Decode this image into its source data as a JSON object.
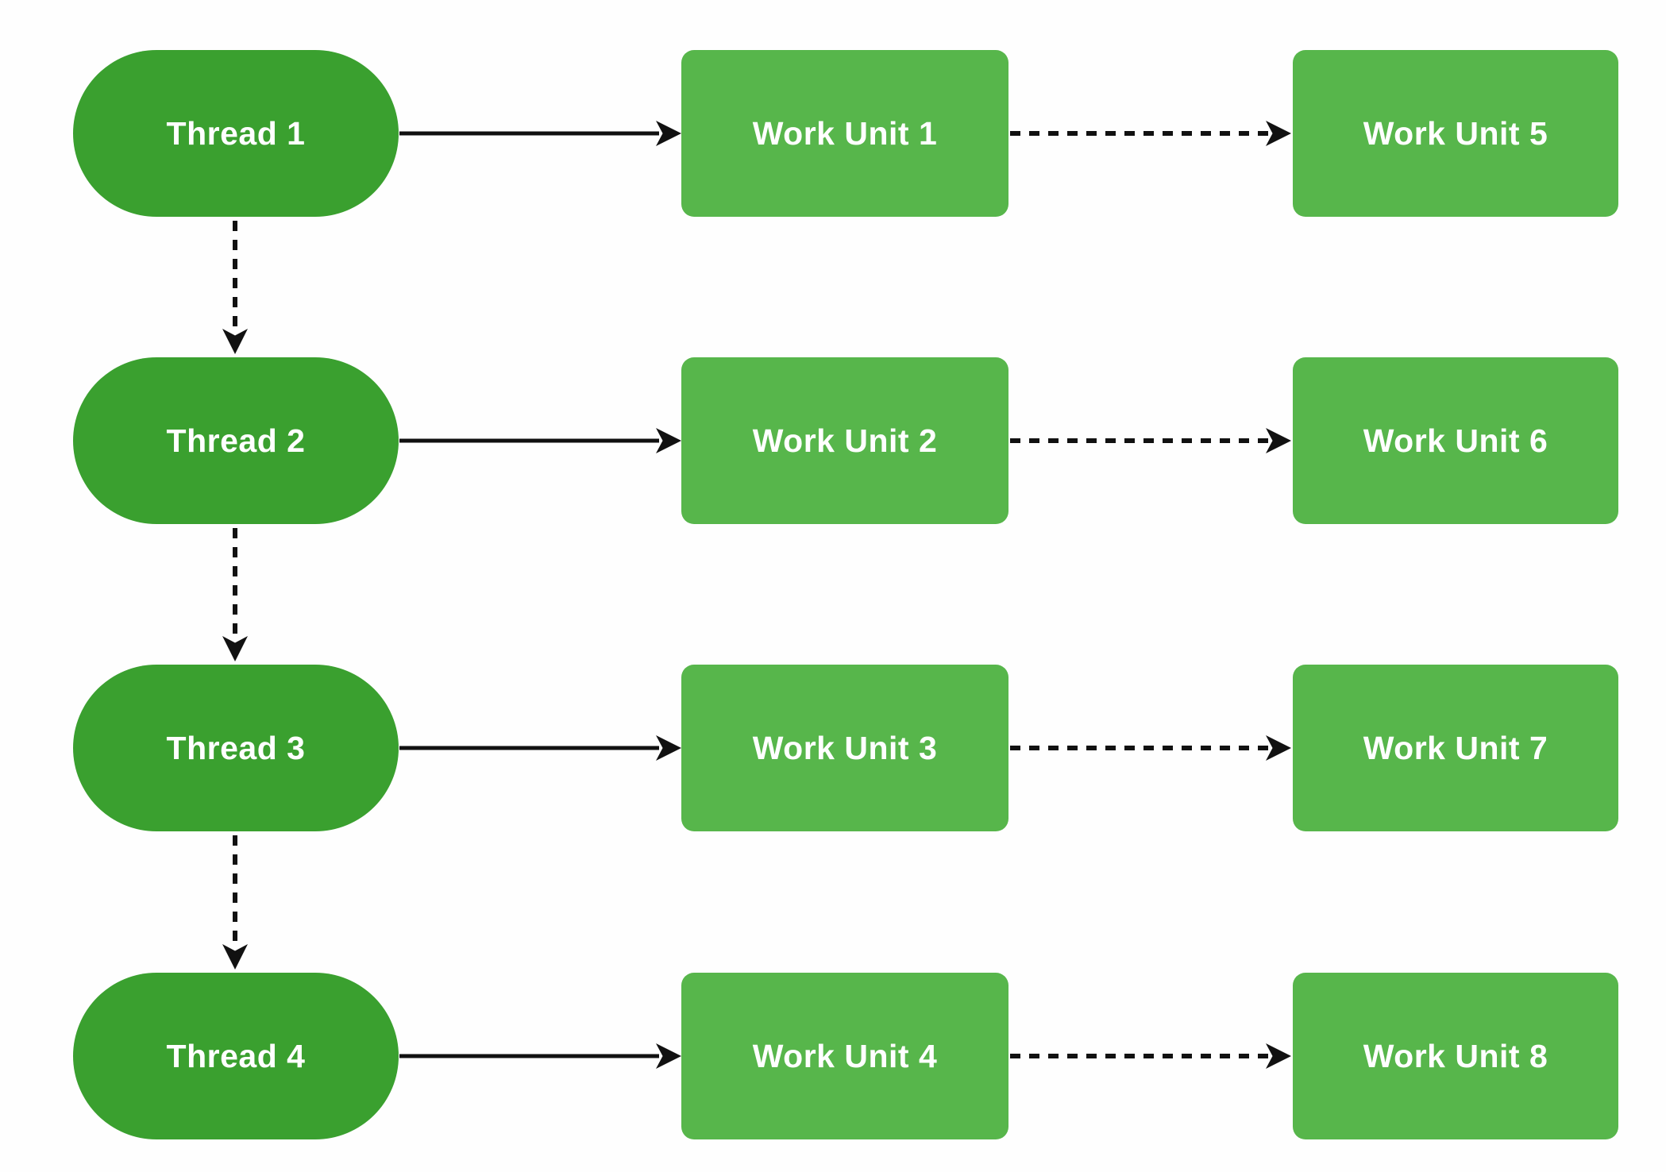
{
  "diagram": {
    "type": "flowchart",
    "description": "Four threads each dispatch a work unit; each work unit defers to a follow-up work unit; threads are chained top-to-bottom",
    "nodes": {
      "threads": [
        "Thread 1",
        "Thread 2",
        "Thread 3",
        "Thread 4"
      ],
      "work_units": [
        "Work Unit 1",
        "Work Unit 2",
        "Work Unit 3",
        "Work Unit 4"
      ],
      "deferred_units": [
        "Work Unit 5",
        "Work Unit 6",
        "Work Unit 7",
        "Work Unit 8"
      ]
    },
    "edges": {
      "solid": [
        {
          "from": "Thread 1",
          "to": "Work Unit 1"
        },
        {
          "from": "Thread 2",
          "to": "Work Unit 2"
        },
        {
          "from": "Thread 3",
          "to": "Work Unit 3"
        },
        {
          "from": "Thread 4",
          "to": "Work Unit 4"
        }
      ],
      "dashed_horizontal": [
        {
          "from": "Work Unit 1",
          "to": "Work Unit 5"
        },
        {
          "from": "Work Unit 2",
          "to": "Work Unit 6"
        },
        {
          "from": "Work Unit 3",
          "to": "Work Unit 7"
        },
        {
          "from": "Work Unit 4",
          "to": "Work Unit 8"
        }
      ],
      "dashed_vertical": [
        {
          "from": "Thread 1",
          "to": "Thread 2"
        },
        {
          "from": "Thread 2",
          "to": "Thread 3"
        },
        {
          "from": "Thread 3",
          "to": "Thread 4"
        }
      ]
    },
    "colors": {
      "thread_fill": "#3aa02f",
      "work_fill": "#57b64b",
      "edge": "#111111",
      "text": "#ffffff",
      "background": "#fefefe"
    }
  }
}
